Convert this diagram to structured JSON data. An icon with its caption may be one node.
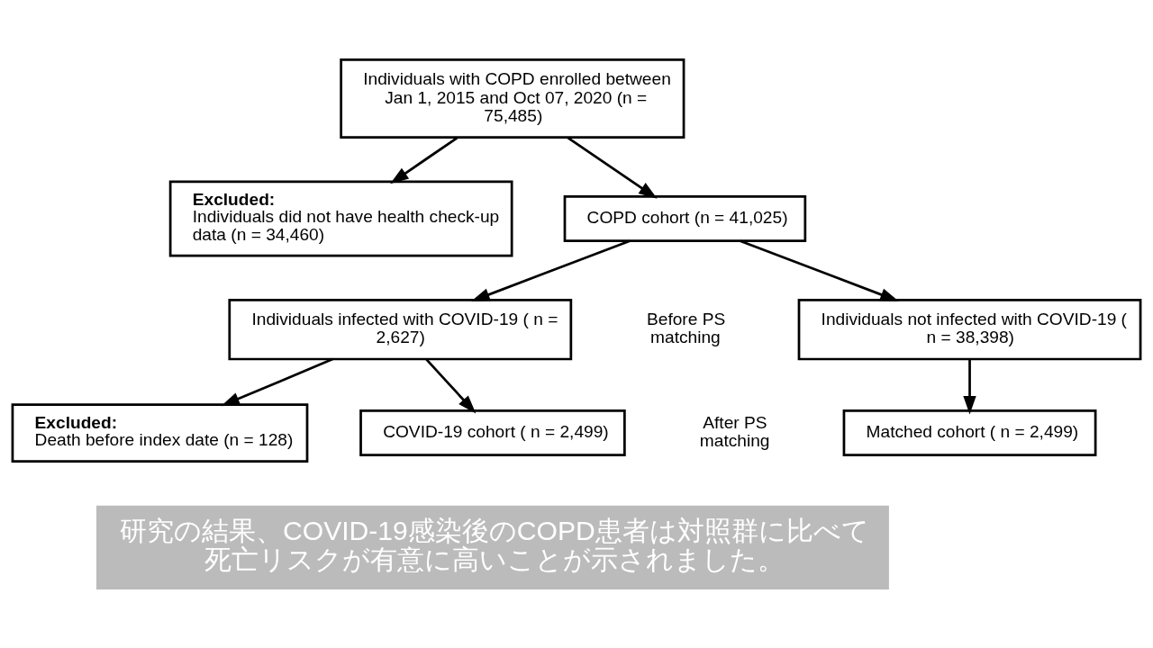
{
  "diagram": {
    "nodes": [
      {
        "text": [
          "Individuals with COPD enrolled between Jan 1, 2015 and Oct 07, 2020 (n = 75,485)"
        ]
      },
      {
        "text": [
          "Excluded:",
          "Individuals did not have health check-up data (n = 34,460)"
        ]
      },
      {
        "text": [
          "COPD cohort (n = 41,025)"
        ]
      },
      {
        "text": [
          "Individuals infected with COVID-19 ( n = 2,627)"
        ]
      },
      {
        "text": [
          "Individuals not infected with COVID-19 ( n = 38,398)"
        ]
      },
      {
        "text": [
          "Excluded:",
          "Death before index date (n = 128)"
        ]
      },
      {
        "text": [
          "COVID-19 cohort ( n = 2,499)"
        ]
      },
      {
        "text": [
          "Matched cohort ( n = 2,499)"
        ]
      }
    ],
    "edges": [
      {
        "from": 0,
        "to": 1,
        "arrow": "to"
      },
      {
        "from": 0,
        "to": 2,
        "arrow": "to"
      },
      {
        "from": 2,
        "to": 3,
        "arrow": "to"
      },
      {
        "from": 2,
        "to": 4,
        "arrow": "to"
      },
      {
        "from": 3,
        "to": 5,
        "arrow": "to"
      },
      {
        "from": 3,
        "to": 6,
        "arrow": "to"
      },
      {
        "from": 4,
        "to": 7,
        "arrow": "to"
      }
    ],
    "labels": [
      "Before PS matching",
      "After PS matching",
      "研究の結果、COVID-19感染後のCOPD患者は対照群に比べて死亡リスクが有意に高いことが示されました。"
    ]
  }
}
